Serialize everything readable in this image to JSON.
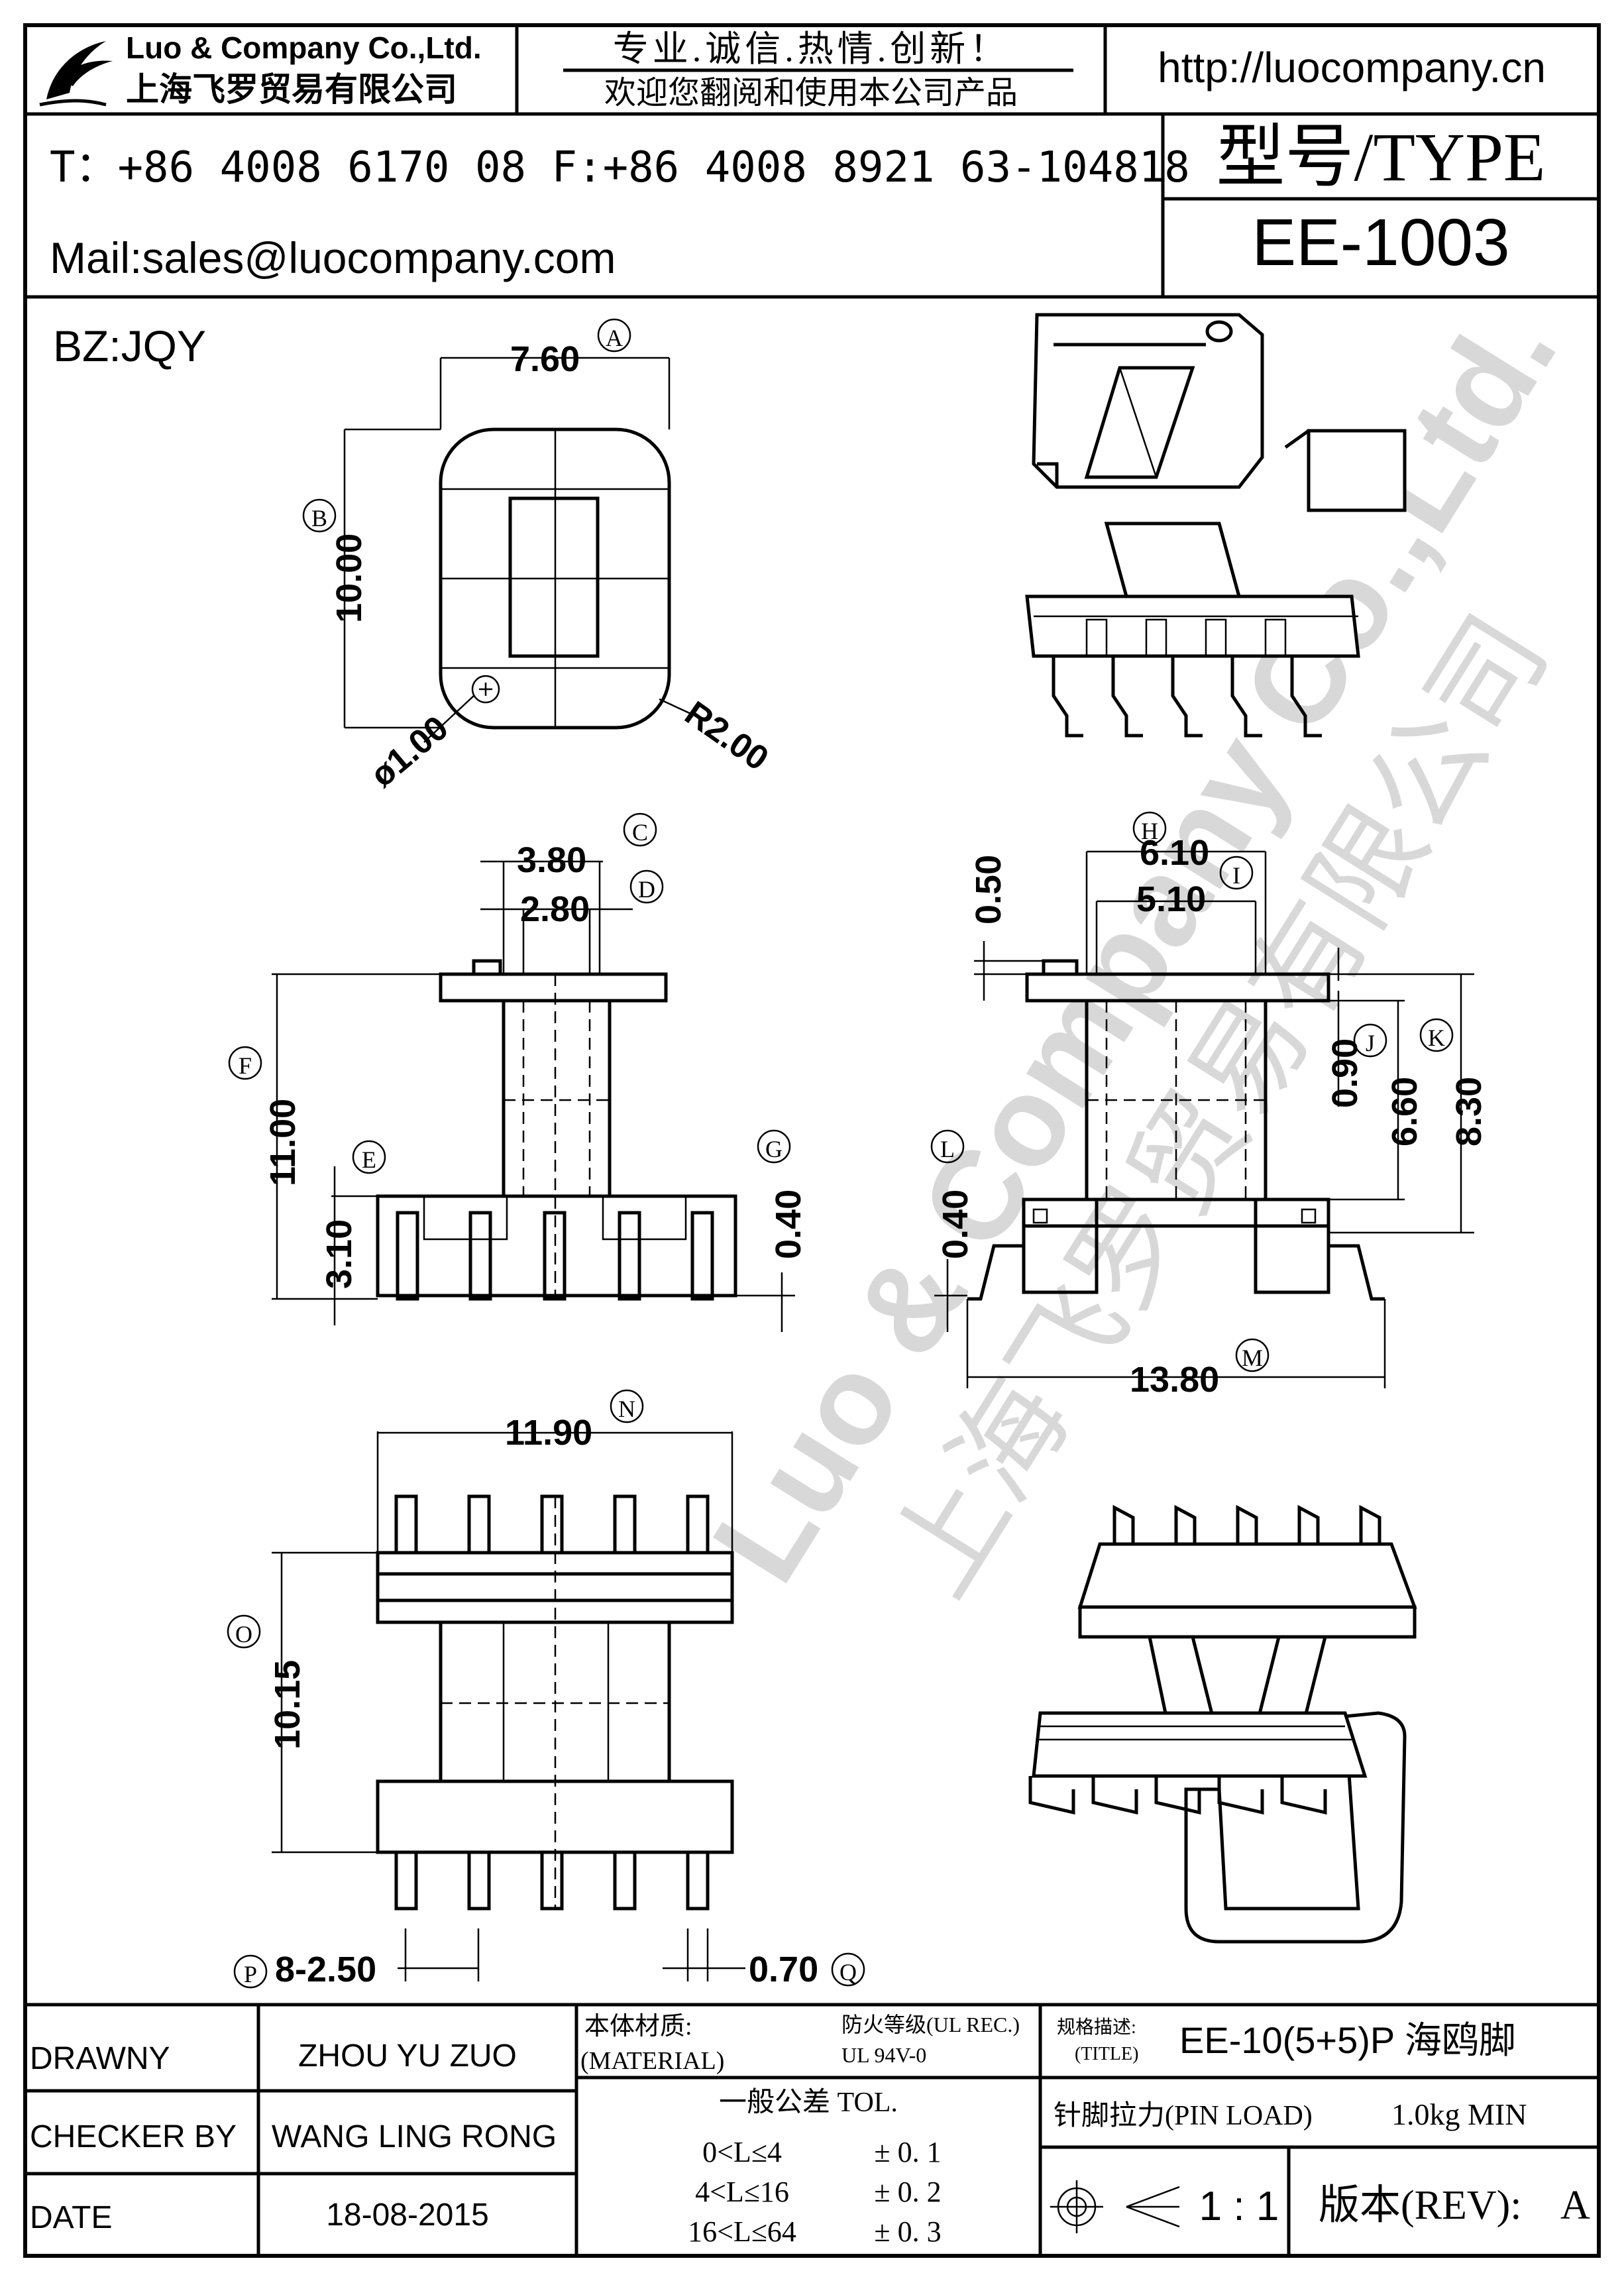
{
  "header": {
    "company_en": "Luo & Company Co.,Ltd.",
    "company_cn": "上海飞罗贸易有限公司",
    "slogan": "专业.诚信.热情.创新！",
    "welcome": "欢迎您翻阅和使用本公司产品",
    "website": "http://luocompany.cn",
    "phone": "T：+86 4008 6170 08 F:+86 4008 8921 63-104818",
    "mail": "Mail:sales@luocompany.com",
    "type_label": "型号/TYPE",
    "model": "EE-1003"
  },
  "drawing": {
    "bz": "BZ:JQY",
    "dims": {
      "A": "7.60",
      "B": "10.00",
      "phi": "ø1.00",
      "R": "R2.00",
      "C": "3.80",
      "D": "2.80",
      "F": "11.00",
      "E": "3.10",
      "G": "0.40",
      "H": "6.10",
      "I": "5.10",
      "half": "0.50",
      "J": "0.90",
      "K": "8.30",
      "six": "6.60",
      "L": "0.40",
      "M": "13.80",
      "N": "11.90",
      "O": "10.15",
      "P": "8-2.50",
      "Q": "0.70"
    },
    "letters": [
      "A",
      "B",
      "C",
      "D",
      "E",
      "F",
      "G",
      "H",
      "I",
      "J",
      "K",
      "L",
      "M",
      "N",
      "O",
      "P",
      "Q"
    ],
    "watermark_en": "Luo & Company Co.,Ltd.",
    "watermark_cn": "上海飞罗贸易有限公司"
  },
  "footer": {
    "drawn_label": "DRAWNY",
    "drawn_value": "ZHOU YU ZUO",
    "checker_label": "CHECKER BY",
    "checker_value": "WANG LING RONG",
    "date_label": "DATE",
    "date_value": "18-08-2015",
    "material_label": "本体材质:",
    "material_en": "(MATERIAL)",
    "fire_label": "防火等级(UL REC.)",
    "fire_value": "UL 94V-0",
    "title_label": "规格描述:",
    "title_en": "(TITLE)",
    "title_value": "EE-10(5+5)P 海鸥脚",
    "tol_label": "一般公差  TOL.",
    "tol_rows": [
      {
        "range": "0<L≤4",
        "value": "± 0. 1"
      },
      {
        "range": "4<L≤16",
        "value": "± 0. 2"
      },
      {
        "range": "16<L≤64",
        "value": "± 0. 3"
      }
    ],
    "pin_load_label": "针脚拉力(PIN LOAD)",
    "pin_load_value": "1.0kg MIN",
    "scale": "1 : 1",
    "rev_label": "版本(REV):",
    "rev_value": "A"
  }
}
